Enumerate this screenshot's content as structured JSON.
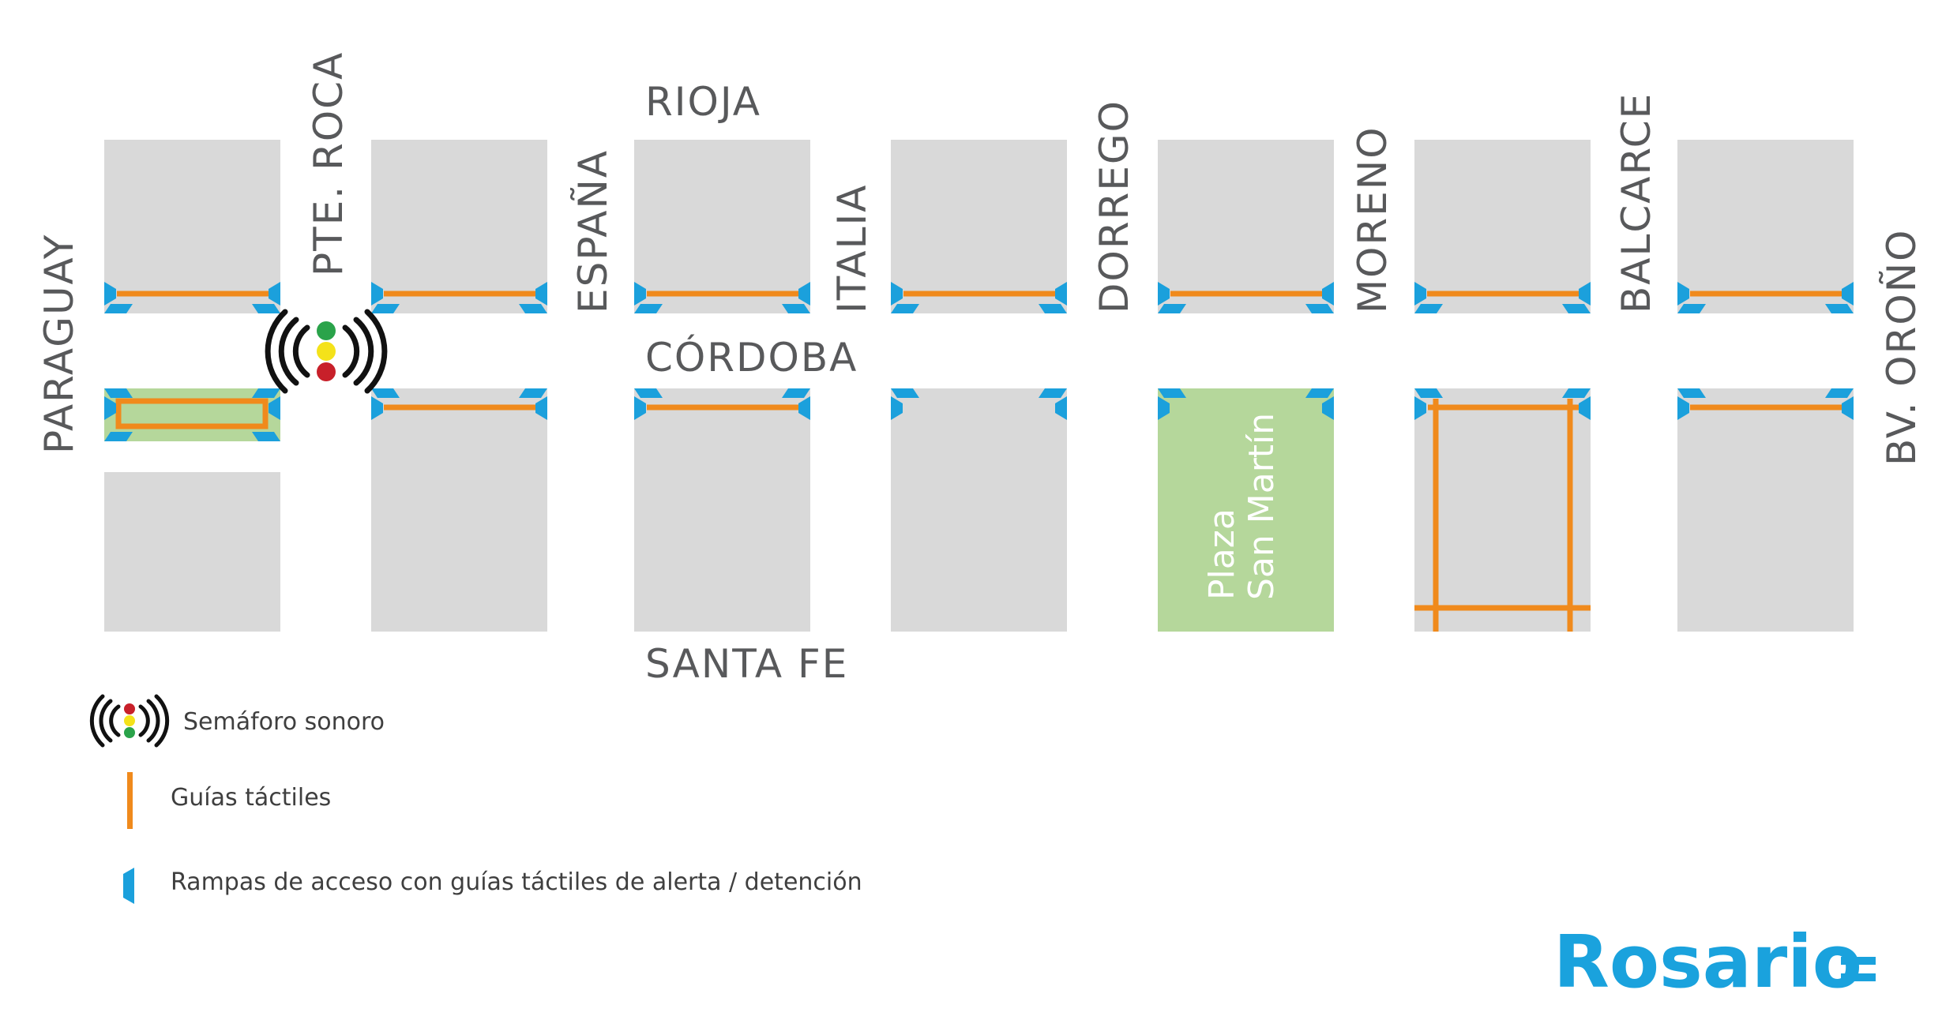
{
  "streets": {
    "paraguay": "PARAGUAY",
    "pte_roca": "PTE. ROCA",
    "espana": "ESPAÑA",
    "italia": "ITALIA",
    "dorrego": "DORREGO",
    "moreno": "MORENO",
    "balcarce": "BALCARCE",
    "bv_orono": "BV. OROÑO",
    "rioja": "RIOJA",
    "cordoba": "CÓRDOBA",
    "santa_fe": "SANTA FE"
  },
  "plaza": {
    "line1": "Plaza",
    "line2": "San Martín"
  },
  "legend": {
    "semaforo": "Semáforo sonoro",
    "guias": "Guías táctiles",
    "rampas": "Rampas de acceso con guías táctiles de alerta / detención"
  },
  "logo": {
    "text": "Rosario"
  },
  "colors": {
    "block": "#d9d9d9",
    "plaza": "#b5d79b",
    "tactile_guide": "#f08a1c",
    "ramp": "#1ba0dc",
    "brand": "#1aa2dd",
    "street_label": "#58595b"
  },
  "icons": [
    "audible-traffic-light-icon",
    "tactile-guide-icon",
    "ramp-icon"
  ]
}
